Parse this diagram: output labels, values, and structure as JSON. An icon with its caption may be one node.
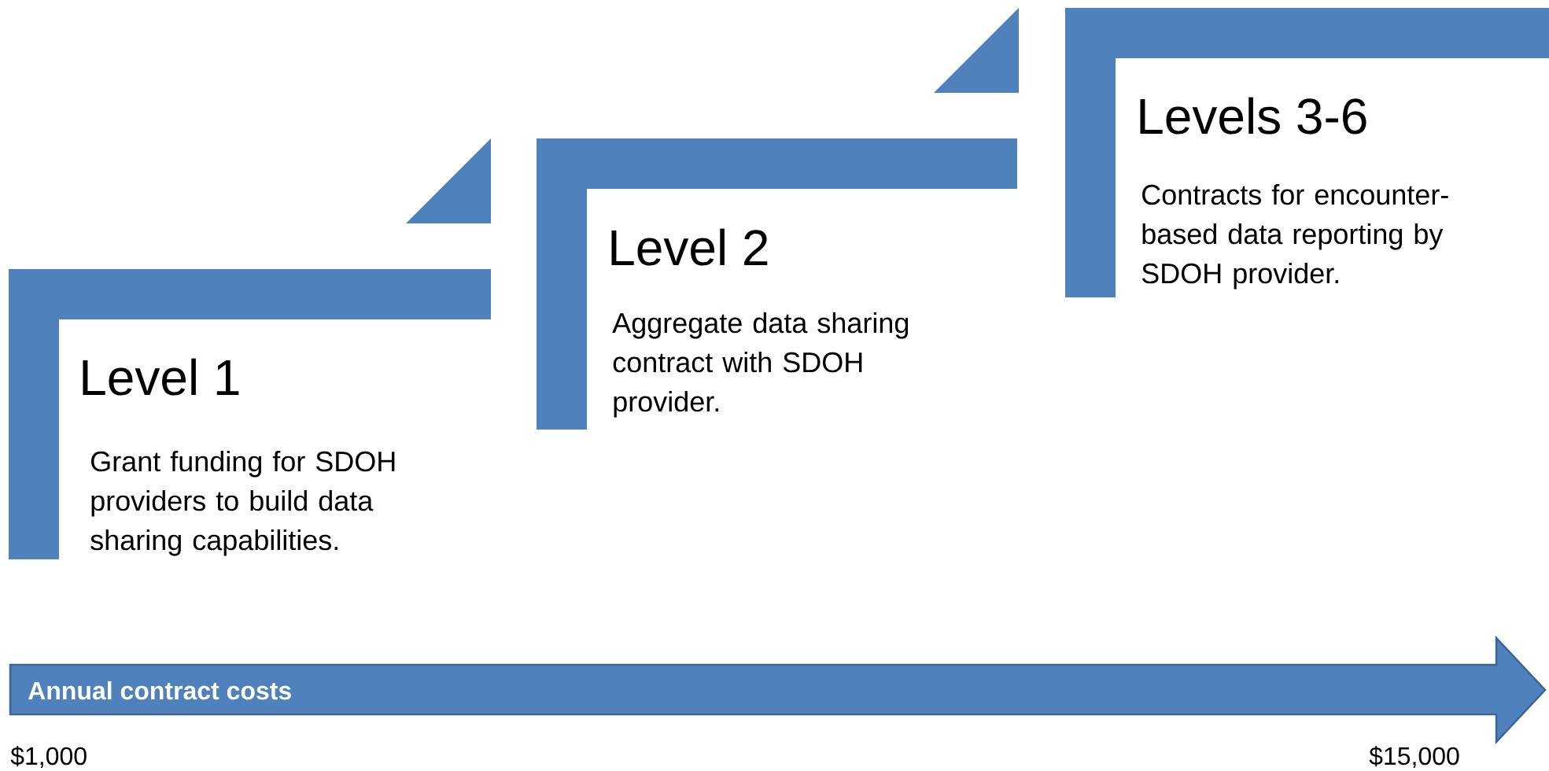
{
  "diagram": {
    "nodes": [
      {
        "text": [
          "Level 1",
          "Grant funding for SDOH providers to build data sharing capabilities."
        ]
      },
      {
        "text": [
          "Level 2",
          "Aggregate data sharing contract with SDOH provider."
        ]
      },
      {
        "text": [
          "Levels 3-6",
          "Contracts for encounter-based data reporting by SDOH provider."
        ]
      },
      {
        "text": [
          "Annual contract costs"
        ]
      }
    ],
    "labels": [
      "$1,000",
      "$15,000"
    ]
  }
}
